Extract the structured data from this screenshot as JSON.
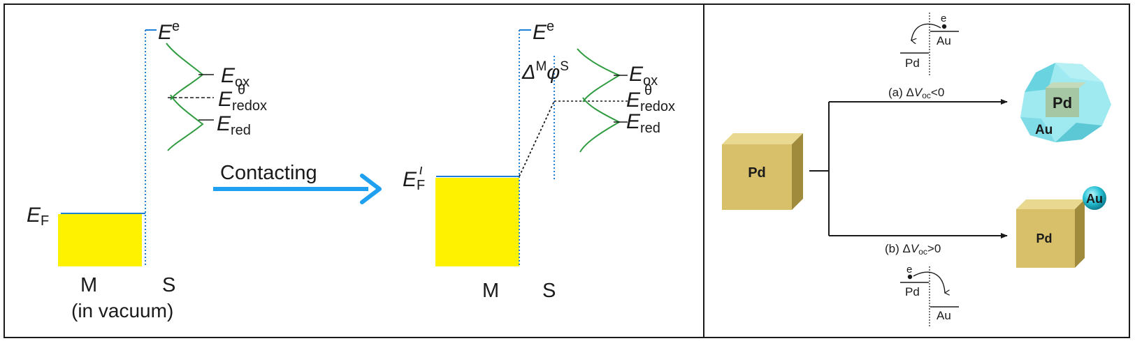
{
  "left_panel": {
    "energy_top_label": {
      "main": "E",
      "sup": "e"
    },
    "fermi_label": {
      "main": "E",
      "sub": "F"
    },
    "ox_label": {
      "main": "E",
      "sub": "ox"
    },
    "redox_label": {
      "main": "E",
      "sup": "θ",
      "sub": "redox"
    },
    "red_label": {
      "main": "E",
      "sub": "red"
    },
    "metal_label": "M",
    "solution_label": "S",
    "vacuum_note": "(in vacuum)"
  },
  "arrow_label": "Contacting",
  "middle_panel": {
    "energy_top_label": {
      "main": "E",
      "sup": "e"
    },
    "fermi_label": {
      "main": "E",
      "sup": "ι",
      "sub": "F"
    },
    "potential_label": {
      "delta": "Δ",
      "sup_m": "M",
      "phi": "φ",
      "sup_s": "S"
    },
    "ox_label": {
      "main": "E",
      "sub": "ox"
    },
    "redox_label": {
      "main": "E",
      "sup": "θ",
      "sub": "redox"
    },
    "red_label": {
      "main": "E",
      "sub": "red"
    },
    "metal_label": "M",
    "solution_label": "S"
  },
  "right_panel": {
    "seed_label": "Pd",
    "branch_a": {
      "prefix": "(a) Δ",
      "var": "V",
      "sub": "oc",
      "suffix": "<0"
    },
    "branch_b": {
      "prefix": "(b) Δ",
      "var": "V",
      "sub": "oc",
      "suffix": ">0"
    },
    "inset_a": {
      "electron": "e",
      "top_metal": "Au",
      "bottom_metal": "Pd"
    },
    "inset_b": {
      "electron": "e",
      "top_metal": "Pd",
      "bottom_metal": "Au"
    },
    "product_a": {
      "core": "Pd",
      "shell": "Au"
    },
    "product_b": {
      "core": "Pd",
      "dot": "Au"
    }
  },
  "colors": {
    "metal_fill": "#FFF200",
    "level_line": "#1E7FD8",
    "dotted_line": "#1E7FD8",
    "gaussian": "#2E9B3F",
    "contact_arrow": "#1FA0F0",
    "cube_front": "#D8C06A",
    "cube_side": "#A08A3C",
    "cube_top": "#E9D88F",
    "shell_color": "#7FE3EC",
    "au_dot": "#29C3D6"
  }
}
